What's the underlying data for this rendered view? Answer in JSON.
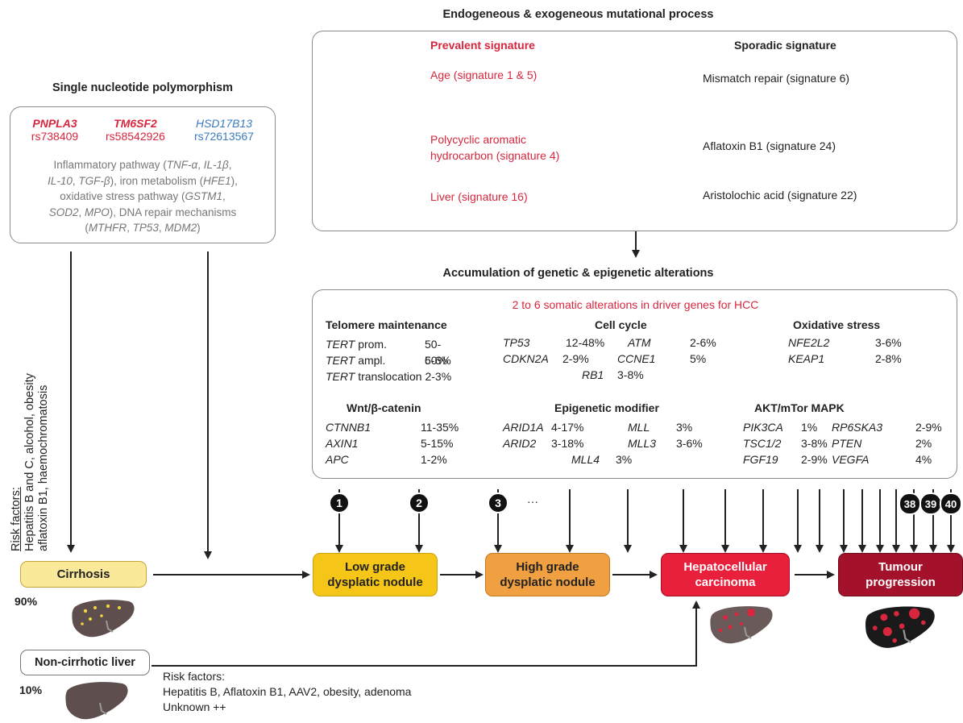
{
  "mutational": {
    "title": "Endogeneous & exogeneous mutational process",
    "prevalent_header": "Prevalent signature",
    "sporadic_header": "Sporadic signature",
    "prevalent": [
      "Age (signature 1 & 5)",
      "Polycyclic aromatic",
      "hydrocarbon (signature 4)",
      "Liver (signature 16)"
    ],
    "sporadic": [
      "Mismatch repair (signature 6)",
      "Aflatoxin B1 (signature 24)",
      "Aristolochic acid (signature 22)"
    ]
  },
  "snp": {
    "title": "Single nucleotide polymorphism",
    "genes": [
      {
        "name": "PNPLA3",
        "rs": "rs738409"
      },
      {
        "name": "TM6SF2",
        "rs": "rs58542926"
      },
      {
        "name": "HSD17B13",
        "rs": "rs72613567"
      }
    ],
    "pathways": {
      "l1a": "Inflammatory pathway (",
      "l1b": "TNF-α",
      "l1c": ", ",
      "l1d": "IL-1β",
      "l1e": ",",
      "l2a": "IL-10",
      "l2b": ", ",
      "l2c": "TGF-β",
      "l2d": "), iron metabolism (",
      "l2e": "HFE1",
      "l2f": "),",
      "l3a": "oxidative stress pathway (",
      "l3b": "GSTM1",
      "l3c": ",",
      "l4a": "SOD2",
      "l4b": ", ",
      "l4c": "MPO",
      "l4d": "), DNA repair mechanisms",
      "l5a": "(",
      "l5b": "MTHFR",
      "l5c": ", ",
      "l5d": "TP53",
      "l5e": ", ",
      "l5f": "MDM2",
      "l5g": ")"
    }
  },
  "accumulation": {
    "title": "Accumulation of genetic & epigenetic alterations",
    "subtitle": "2 to 6 somatic alterations in driver genes for HCC",
    "telomere": {
      "title": "Telomere maintenance",
      "rows": [
        [
          "TERT",
          " prom.",
          "50-60%"
        ],
        [
          "TERT",
          " ampl.",
          "5-6%"
        ],
        [
          "TERT",
          " translocation 2-3%",
          ""
        ]
      ]
    },
    "cell_cycle": {
      "title": "Cell cycle",
      "rows": [
        [
          "TP53",
          "12-48%",
          "ATM",
          "2-6%"
        ],
        [
          "CDKN2A",
          "2-9%",
          "CCNE1",
          "5%"
        ],
        [
          "RB1",
          "3-8%"
        ]
      ]
    },
    "oxidative": {
      "title": "Oxidative stress",
      "rows": [
        [
          "NFE2L2",
          "3-6%"
        ],
        [
          "KEAP1",
          "2-8%"
        ]
      ]
    },
    "wnt": {
      "title": "Wnt/β-catenin",
      "rows": [
        [
          "CTNNB1",
          "11-35%"
        ],
        [
          "AXIN1",
          "5-15%"
        ],
        [
          "APC",
          "1-2%"
        ]
      ]
    },
    "epigenetic": {
      "title": "Epigenetic modifier",
      "rows": [
        [
          "ARID1A",
          "4-17%",
          "MLL",
          "3%"
        ],
        [
          "ARID2",
          "3-18%",
          "MLL3",
          "3-6%"
        ],
        [
          "MLL4",
          "3%"
        ]
      ]
    },
    "akt": {
      "title": "AKT/mTor MAPK",
      "rows": [
        [
          "PIK3CA",
          "1%",
          "RP6SKA3",
          "2-9%"
        ],
        [
          "TSC1/2",
          "3-8%",
          "PTEN",
          "2%"
        ],
        [
          "FGF19",
          "2-9%",
          "VEGFA",
          "4%"
        ]
      ]
    }
  },
  "steps": [
    "1",
    "2",
    "3",
    "38",
    "39",
    "40"
  ],
  "ellipsis": "···",
  "risk_left": {
    "l1": "Risk factors:",
    "l2": "Hepatitis B and C, alcohol, obesity",
    "l3": "aflatoxin B1, haemochromatosis"
  },
  "stages": {
    "cirrhosis": "Cirrhosis",
    "low_grade": [
      "Low grade",
      "dysplatic nodule"
    ],
    "high_grade": [
      "High grade",
      "dysplatic nodule"
    ],
    "hcc": [
      "Hepatocellular",
      "carcinoma"
    ],
    "tumour": [
      "Tumour",
      "progression"
    ],
    "non_cirrhotic": "Non-cirrhotic liver"
  },
  "percent_cirrhosis": "90%",
  "percent_noncirrhotic": "10%",
  "risk_bottom": {
    "l1": "Risk factors:",
    "l2": "Hepatitis B, Aflatoxin B1, AAV2, obesity, adenoma",
    "l3": "Unknown ++"
  },
  "colors": {
    "red": "#d7263d",
    "blue": "#3b7bbf",
    "cirrhosis": "#fbe99a",
    "low": "#f5c518",
    "high": "#f0a040",
    "hcc": "#e8203c",
    "tumour": "#a3122a",
    "liver": "#5e4e4e"
  },
  "icons": [
    "liver-icon",
    "arrow-icon"
  ]
}
